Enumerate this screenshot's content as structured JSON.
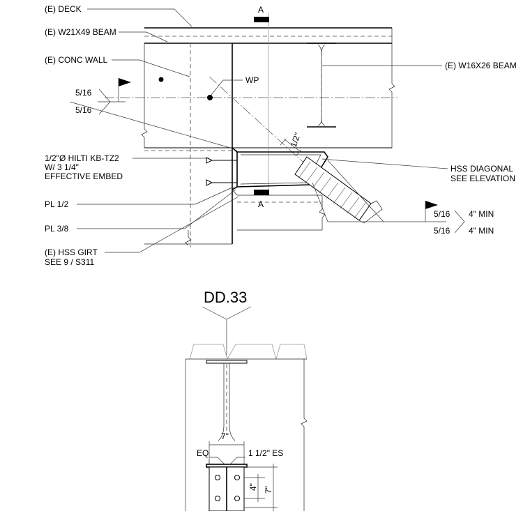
{
  "labels": {
    "deck": "(E) DECK",
    "w21_beam": "(E) W21X49 BEAM",
    "conc_wall": "(E) CONC WALL",
    "wp": "WP",
    "w16_beam": "(E) W16X26 BEAM",
    "anchor_line1": "1/2\"Ø HILTI KB-TZ2",
    "anchor_line2": "W/ 3 1/4\"",
    "anchor_line3": "EFFECTIVE EMBED",
    "pl_half": "PL 1/2",
    "pl_3_8": "PL 3/8",
    "hss_girt_line1": "(E) HSS GIRT",
    "hss_girt_line2": "SEE  9 / S311",
    "hss_diag_line1": "HSS DIAGONAL",
    "hss_diag_line2": "SEE ELEVATION",
    "section_a_top": "A",
    "section_a_bottom": "A",
    "dim_half": "1/2\""
  },
  "welds": {
    "left_top": "5/16",
    "left_bottom": "5/16",
    "right_top_size": "5/16",
    "right_top_length": "4\" MIN",
    "right_bottom_size": "5/16",
    "right_bottom_length": "4\" MIN"
  },
  "section": {
    "grid_label": "DD.33",
    "dim_7_top": "7\"",
    "eq": "EQ",
    "es": "1 1/2\" ES",
    "dim_4": "4\"",
    "dim_7_side": "7\""
  },
  "icons": {
    "weld_flag": "weld-flag-icon",
    "section_marker": "section-cut-marker-icon",
    "work_point": "work-point-dot-icon",
    "grid_bubble": "grid-line-hexagon-icon"
  }
}
